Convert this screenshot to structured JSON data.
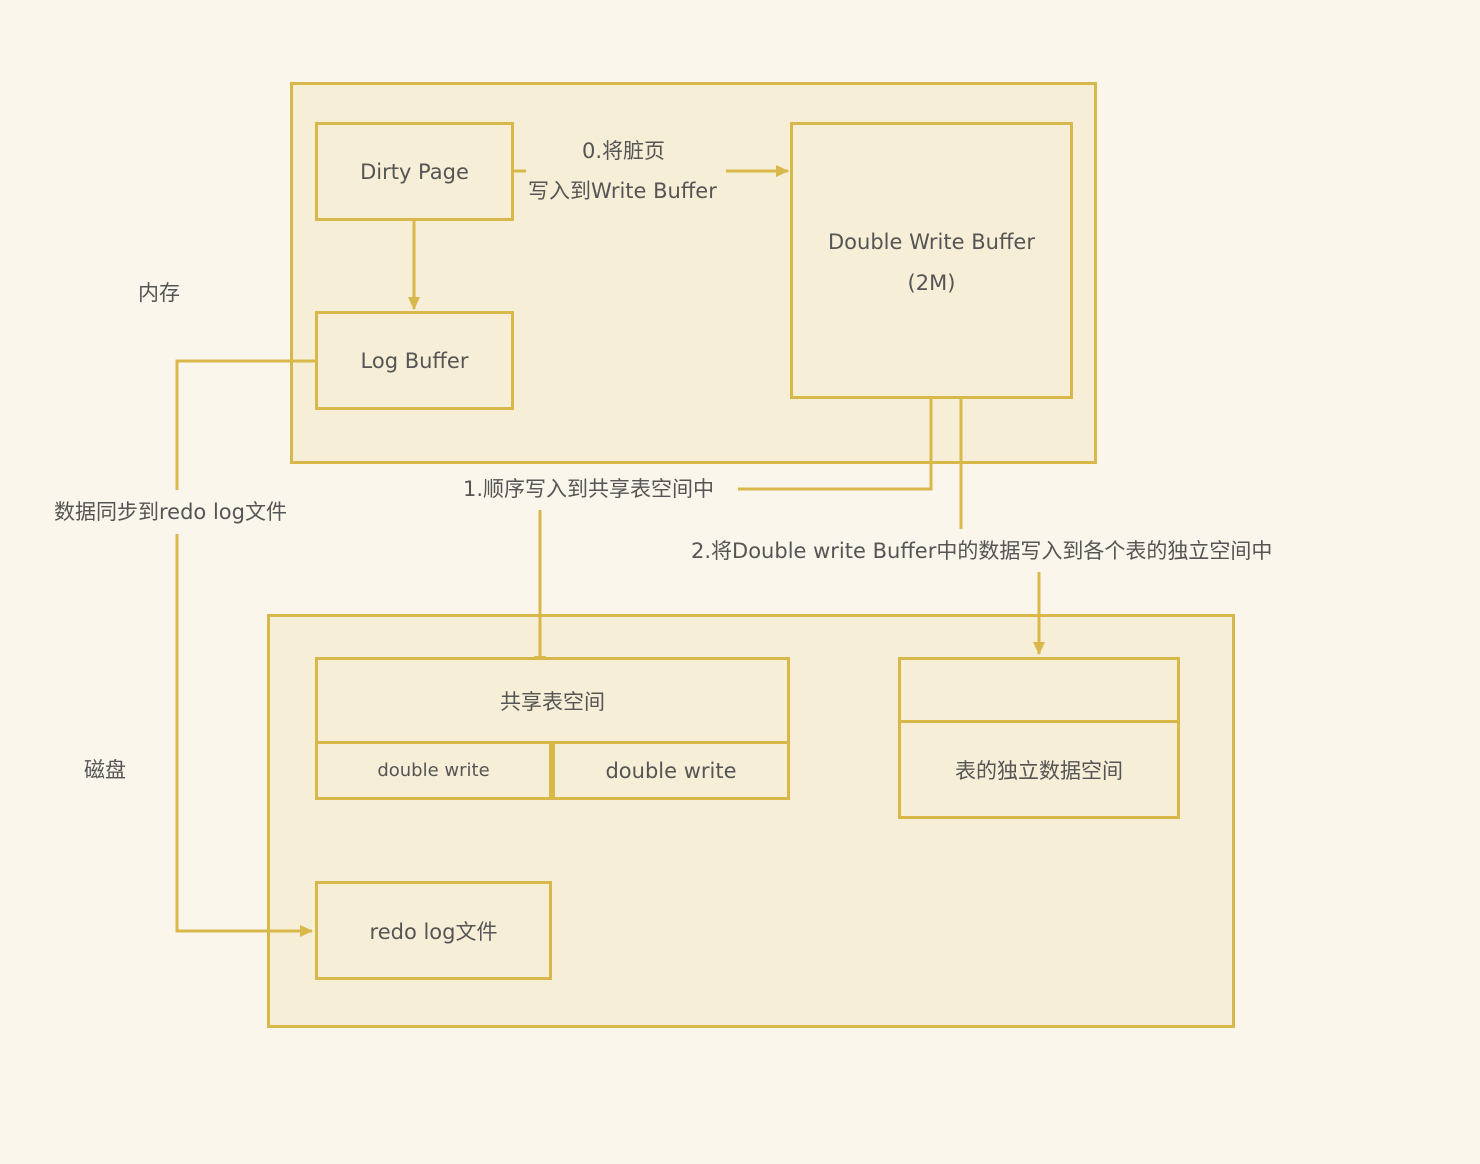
{
  "zones": {
    "memory_label": "内存",
    "disk_label": "磁盘"
  },
  "nodes": {
    "dirty_page": "Dirty Page",
    "log_buffer": "Log Buffer",
    "dwb_line1": "Double Write Buffer",
    "dwb_line2": "(2M)",
    "shared_tablespace": "共享表空间",
    "dw_left": "double write",
    "dw_right": "double write",
    "table_space": "表的独立数据空间",
    "redo_file": "redo log文件"
  },
  "edges": {
    "step0_line1": "0.将脏页",
    "step0_line2": "写入到Write Buffer",
    "step1": "1.顺序写入到共享表空间中",
    "step2": "2.将Double write Buffer中的数据写入到各个表的独立空间中",
    "sync": "数据同步到redo log文件"
  },
  "colors": {
    "stroke": "#d8b84a",
    "box_fill": "#f7eed7",
    "background": "#faf6ec",
    "text": "#555555"
  }
}
